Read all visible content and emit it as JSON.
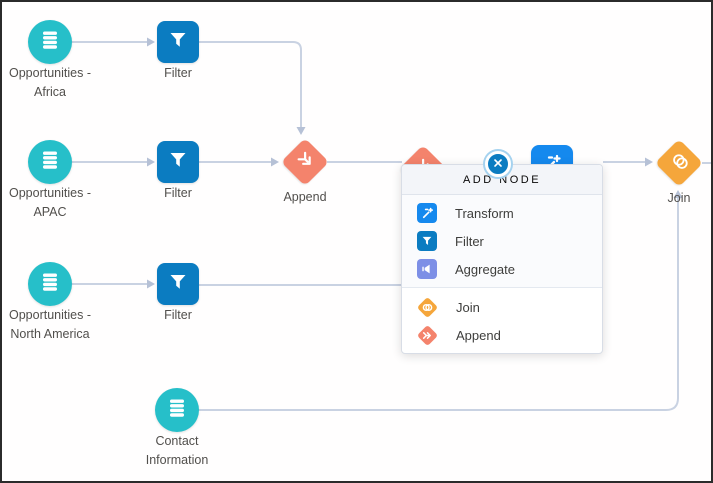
{
  "flow": {
    "nodes": {
      "opp_africa": {
        "label": "Opportunities -\nAfrica",
        "type": "dataset"
      },
      "filter_1": {
        "label": "Filter",
        "type": "filter"
      },
      "opp_apac": {
        "label": "Opportunities -\nAPAC",
        "type": "dataset"
      },
      "filter_2": {
        "label": "Filter",
        "type": "filter"
      },
      "append_1": {
        "label": "Append",
        "type": "append"
      },
      "opp_na": {
        "label": "Opportunities -\nNorth America",
        "type": "dataset"
      },
      "filter_3": {
        "label": "Filter",
        "type": "filter"
      },
      "join_1": {
        "label": "Join",
        "type": "join"
      },
      "contact_info": {
        "label": "Contact\nInformation",
        "type": "dataset"
      }
    }
  },
  "popup": {
    "title": "ADD NODE",
    "items": [
      {
        "label": "Transform",
        "icon": "transform-icon",
        "color": "#1589EE"
      },
      {
        "label": "Filter",
        "icon": "filter-icon",
        "color": "#0B7CC1"
      },
      {
        "label": "Aggregate",
        "icon": "aggregate-icon",
        "color": "#7D8FE6"
      },
      {
        "label": "Join",
        "icon": "join-icon",
        "color": "#F5A63B"
      },
      {
        "label": "Append",
        "icon": "append-icon",
        "color": "#F4836C"
      }
    ]
  },
  "colors": {
    "dataset_teal": "#26BFC9",
    "filter_blue": "#0B7CC1",
    "transform_blue": "#1589EE",
    "aggregate_indigo": "#7D8FE6",
    "join_yellow": "#F5A63B",
    "append_orange": "#F4836C",
    "connector_gray": "#C9D2E2",
    "label_text": "#514F4C"
  }
}
